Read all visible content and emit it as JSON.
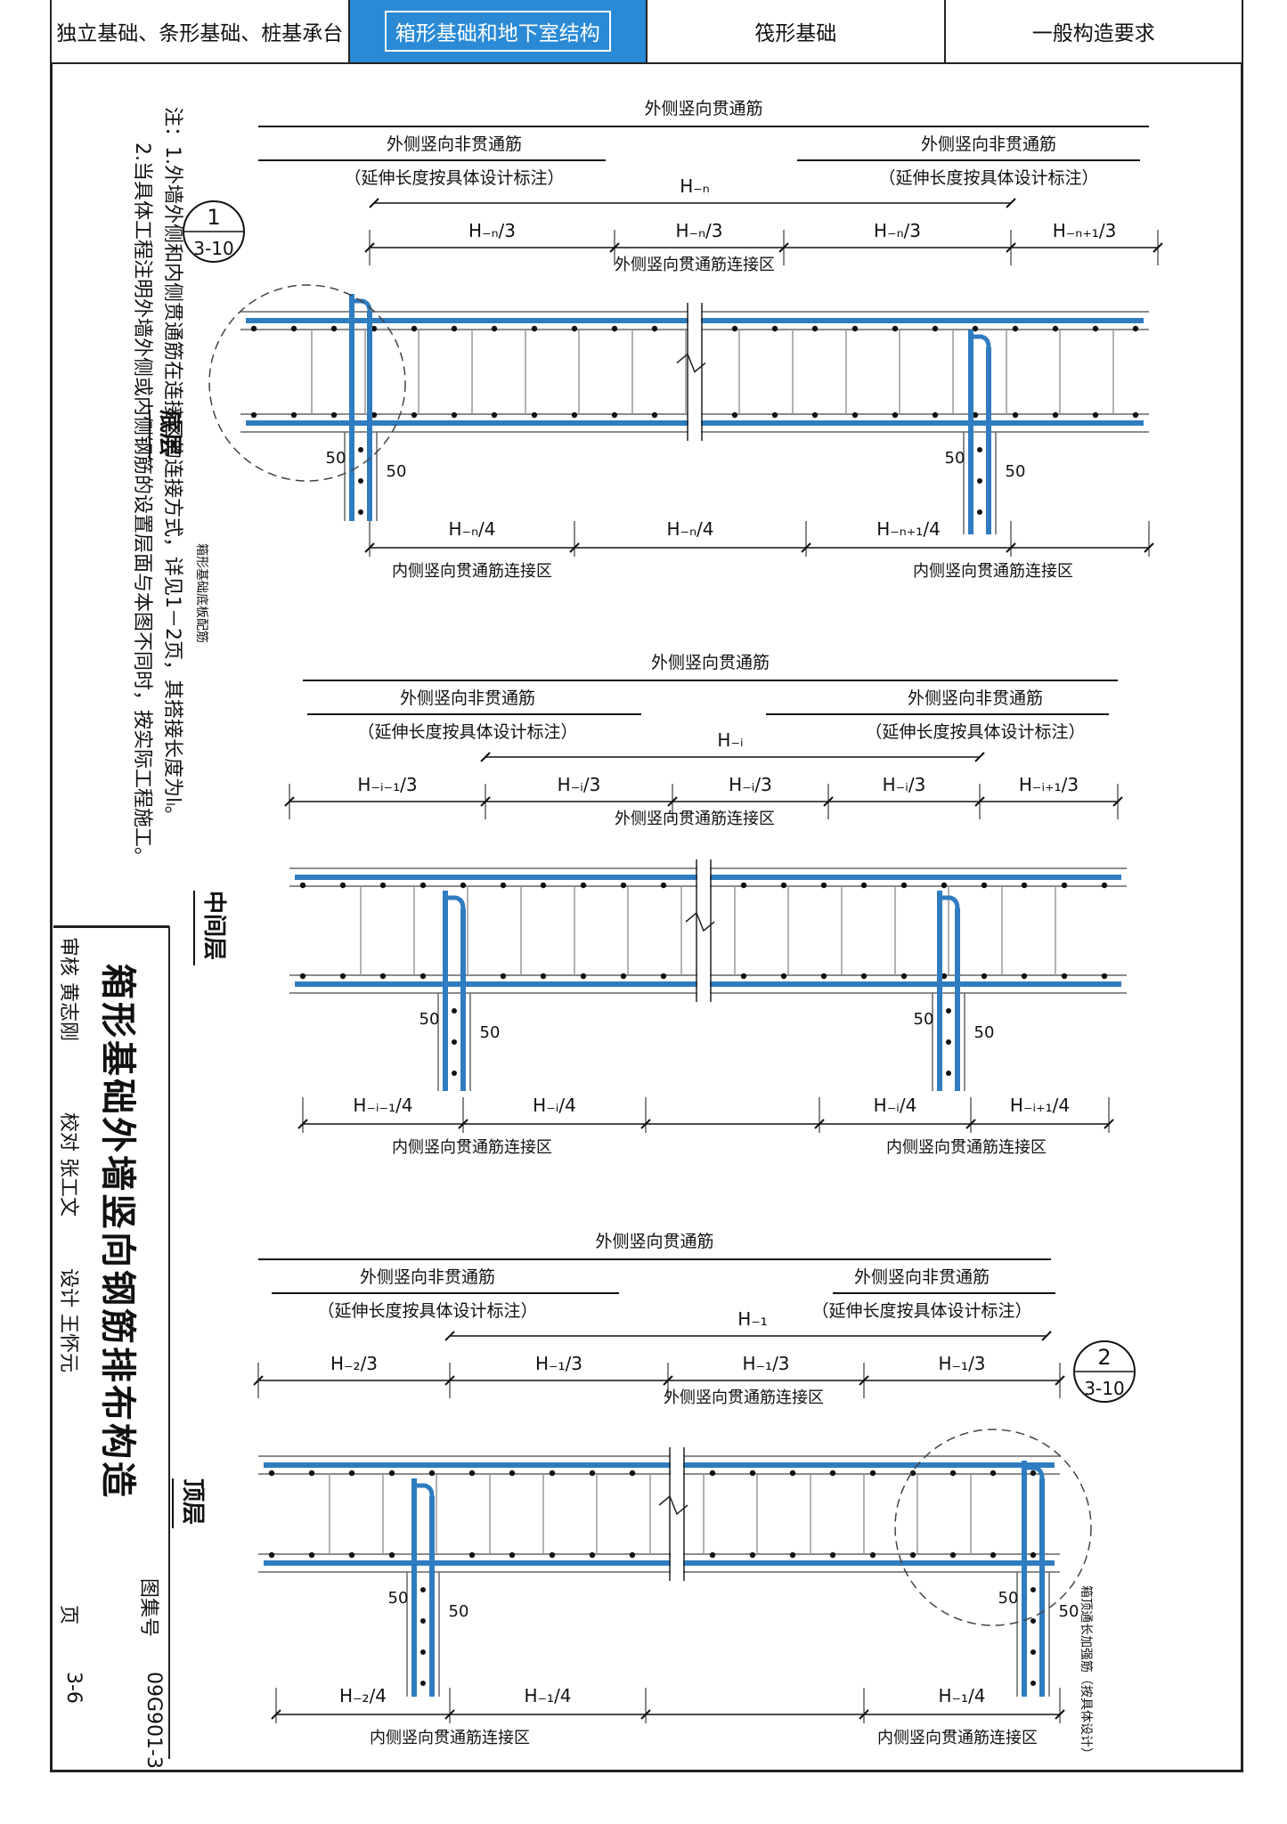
{
  "tabs": [
    {
      "label": "独立基础、条形基础、桩基承台"
    },
    {
      "label": "箱形基础和地下室结构"
    },
    {
      "label": "筏形基础"
    },
    {
      "label": "一般构造要求"
    }
  ],
  "notes": {
    "lead": "注：",
    "items": [
      "1.外墙外侧和内侧贯通筋在连接区的连接方式，详见1－2页，其搭接长度为lₗ。",
      "2.当具体工程注明外墙外侧或内侧钢筋的设置层面与本图不同时，按实际工程施工。"
    ]
  },
  "title_block": {
    "title": "箱形基础外墙竖向钢筋排布构造",
    "atlas_label": "图集号",
    "atlas_no": "09G901-3",
    "page_label": "页",
    "page_no": "3-6",
    "reviewer_label": "审核",
    "reviewer": "黄志刚",
    "checker_label": "校对",
    "checker": "张工文",
    "designer_label": "设计",
    "designer": "王怀元"
  },
  "drawing": {
    "outer_through": "外侧竖向贯通筋",
    "outer_non_through": "外侧竖向非贯通筋",
    "extend_note": "（延伸长度按具体设计标注）",
    "outer_zone": "外侧竖向贯通筋连接区",
    "inner_zone": "内侧竖向贯通筋连接区",
    "dim50": "50",
    "bottom": {
      "level": "底层",
      "callout_num": "1",
      "callout_page": "3-10",
      "side_note": "箱形基础底板配筋",
      "top_labels": [
        "H₋ₙ/3",
        "H₋ₙ/3",
        "H₋ₙ/3",
        "H₋ₙ₊₁/3"
      ],
      "span": "H₋ₙ",
      "bot_labels": [
        "H₋ₙ/4",
        "H₋ₙ/4",
        "H₋ₙ₊₁/4"
      ]
    },
    "middle": {
      "level": "中间层",
      "top_labels": [
        "H₋ᵢ₋₁/3",
        "H₋ᵢ/3",
        "H₋ᵢ/3",
        "H₋ᵢ/3",
        "H₋ᵢ₊₁/3"
      ],
      "span": "H₋ᵢ",
      "bot_labels": [
        "H₋ᵢ₋₁/4",
        "H₋ᵢ/4",
        "H₋ᵢ/4",
        "H₋ᵢ₊₁/4"
      ]
    },
    "top": {
      "level": "顶层",
      "callout_num": "2",
      "callout_page": "3-10",
      "side_note": "箱顶通长加强筋（按具体设计）",
      "top_labels": [
        "H₋₂/3",
        "H₋₁/3",
        "H₋₁/3",
        "H₋₁/3"
      ],
      "span": "H₋₁",
      "bot_labels": [
        "H₋₂/4",
        "H₋₁/4",
        "H₋₁/4"
      ]
    }
  }
}
